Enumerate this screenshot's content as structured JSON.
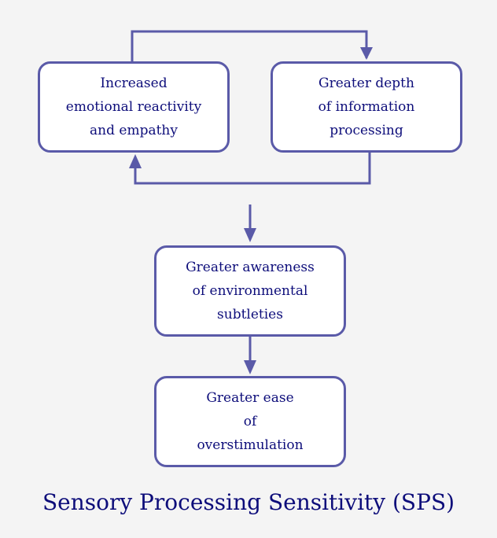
{
  "diagram": {
    "boxes": {
      "emotional": "Increased\nemotional reactivity\nand empathy",
      "depth": "Greater depth\nof information\nprocessing",
      "awareness": "Greater awareness\nof environmental\nsubtleties",
      "overstimulation": "Greater ease\nof\noverstimulation"
    },
    "caption": "Sensory Processing Sensitivity (SPS)"
  },
  "colors": {
    "box_border": "#5a5aa8",
    "arrow": "#5a5aa8",
    "text": "#0d0d7a",
    "background": "#f4f4f4"
  }
}
